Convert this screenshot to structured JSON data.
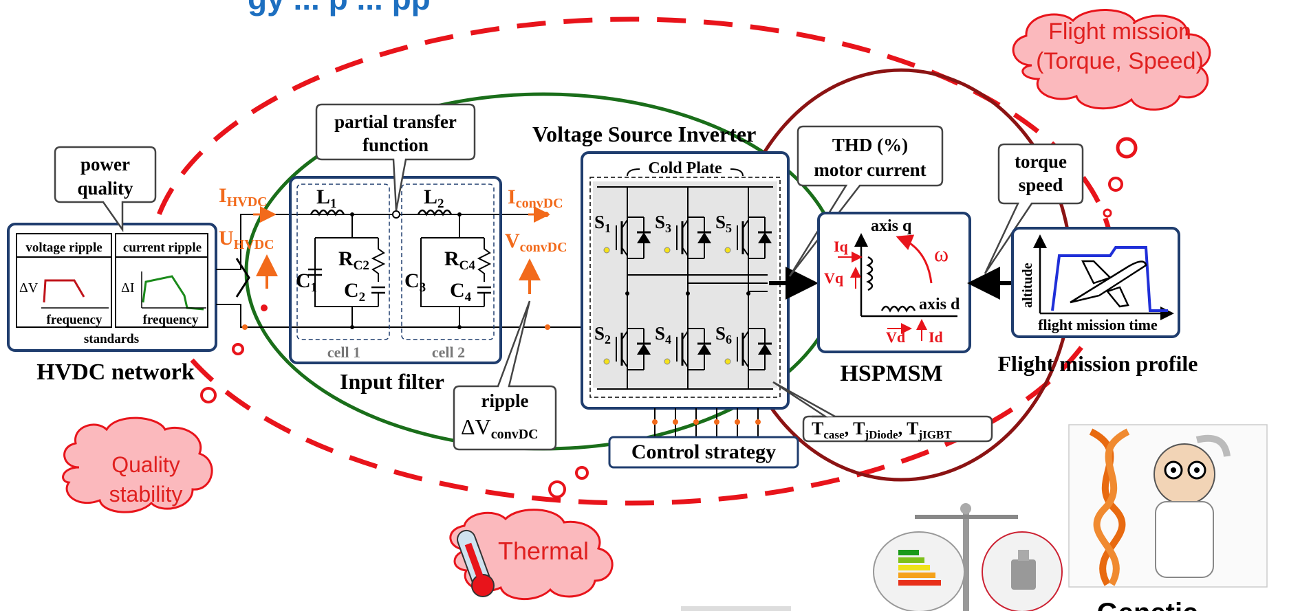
{
  "header_fragment": "gy ... p ... pp",
  "clouds": {
    "flight": [
      "Flight mission",
      "(Torque, Speed)"
    ],
    "quality": [
      "Quality",
      "stability"
    ],
    "thermal": "Thermal"
  },
  "callouts": {
    "power_quality": [
      "power",
      "quality"
    ],
    "partial_transfer": [
      "partial transfer",
      "function"
    ],
    "thd": [
      "THD (%)",
      "motor current"
    ],
    "torque_speed": [
      "torque",
      "speed"
    ],
    "ripple": [
      "ripple",
      "ΔV",
      "convDC"
    ],
    "temps": {
      "t": "T",
      "case": "case",
      "jdiode": "jDiode",
      "jigbt": "jIGBT",
      "sep": ","
    }
  },
  "hvdc": {
    "title": "HVDC network",
    "voltage_ripple": "voltage ripple",
    "current_ripple": "current ripple",
    "dv": "ΔV",
    "di": "ΔI",
    "frequency": "frequency",
    "standards": "standards"
  },
  "signals": {
    "i_hvdc": [
      "I",
      "HVDC"
    ],
    "u_hvdc": [
      "U",
      "HVDC"
    ],
    "i_convdc": [
      "I",
      "convDC"
    ],
    "v_convdc": [
      "V",
      "convDC"
    ]
  },
  "filter": {
    "title": "Input filter",
    "cell1": "cell 1",
    "cell2": "cell 2",
    "L1": [
      "L",
      "1"
    ],
    "L2": [
      "L",
      "2"
    ],
    "C1": [
      "C",
      "1"
    ],
    "C2": [
      "C",
      "2"
    ],
    "C3": [
      "C",
      "3"
    ],
    "C4": [
      "C",
      "4"
    ],
    "RC2": [
      "R",
      "C2"
    ],
    "RC4": [
      "R",
      "C4"
    ]
  },
  "vsi": {
    "title": "Voltage Source Inverter",
    "cold_plate": "Cold Plate",
    "switches": [
      [
        "S",
        "1"
      ],
      [
        "S",
        "3"
      ],
      [
        "S",
        "5"
      ],
      [
        "S",
        "2"
      ],
      [
        "S",
        "4"
      ],
      [
        "S",
        "6"
      ]
    ]
  },
  "control": "Control strategy",
  "motor": {
    "title": "HSPMSM",
    "axis_q": "axis q",
    "axis_d": "axis d",
    "omega": "ω",
    "iq": "Iq",
    "vq": "Vq",
    "vd": "Vd",
    "id": "Id"
  },
  "mission": {
    "title": "Flight mission profile",
    "altitude": "altitude",
    "time": "flight mission time"
  },
  "genetic": "Genetic",
  "colors": {
    "red_dash": "#e8141b",
    "green": "#1a6e1a",
    "dark_red": "#8b1313",
    "blue_frame": "#1f3d6e",
    "orange": "#f26a1b",
    "cloud_fill": "#fbb9bd",
    "cloud_text": "#e0201f",
    "header_blue": "#1d6fc0"
  }
}
